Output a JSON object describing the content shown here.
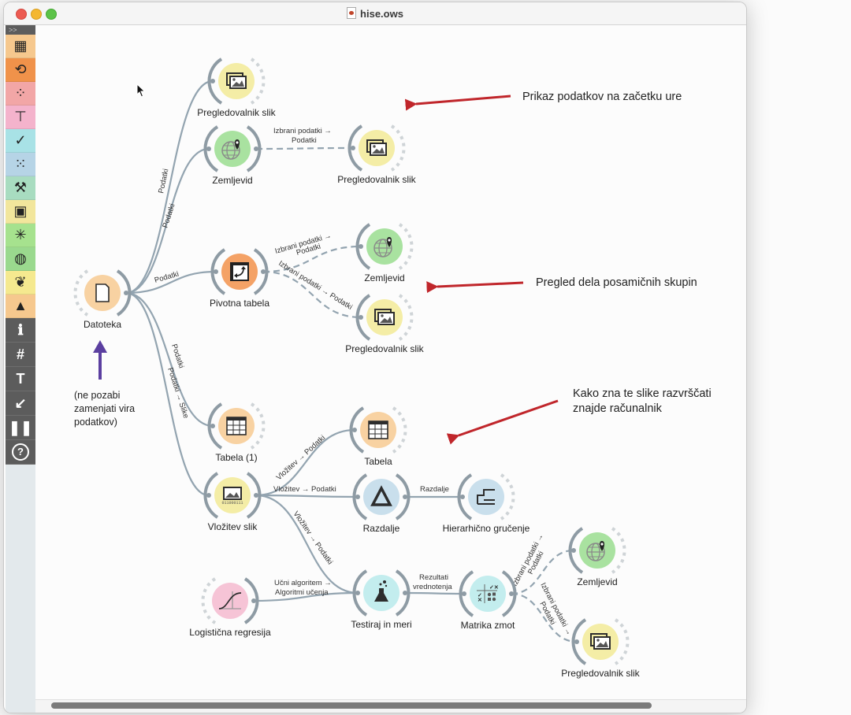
{
  "window": {
    "title": "hise.ows"
  },
  "toolbox": {
    "header": ">>",
    "items": [
      {
        "name": "data-table-icon",
        "color": "#f6c88e"
      },
      {
        "name": "transform-icon",
        "color": "#f0924a"
      },
      {
        "name": "scatter-plot-icon",
        "color": "#f2a6a6"
      },
      {
        "name": "tree-icon",
        "color": "#f4b3cc"
      },
      {
        "name": "confusion-matrix-icon",
        "color": "#a8e2e6"
      },
      {
        "name": "clustering-icon",
        "color": "#b6d4e6"
      },
      {
        "name": "worker-icon",
        "color": "#a8dcc0"
      },
      {
        "name": "image-icon",
        "color": "#f2e69c"
      },
      {
        "name": "network-icon",
        "color": "#a6e28e"
      },
      {
        "name": "globe-icon",
        "color": "#9ad98e"
      },
      {
        "name": "paw-icon",
        "color": "#f5e98f"
      },
      {
        "name": "education-icon",
        "color": "#f6c88e"
      }
    ],
    "tools": [
      {
        "name": "info-icon",
        "glyph": "ℹ"
      },
      {
        "name": "grid-hash-icon",
        "glyph": "#"
      },
      {
        "name": "text-annotation-icon",
        "glyph": "T"
      },
      {
        "name": "arrow-annotation-icon",
        "glyph": "↙"
      },
      {
        "name": "pause-icon",
        "glyph": "❚❚"
      },
      {
        "name": "help-icon",
        "glyph": "?"
      }
    ]
  },
  "nodes": [
    {
      "id": "datoteka",
      "label": "Datoteka",
      "color": "#f8d2a2",
      "icon": "file-icon"
    },
    {
      "id": "pregled1",
      "label": "Pregledovalnik slik",
      "color": "#f4eda6",
      "icon": "image-viewer-icon"
    },
    {
      "id": "zemljevid1",
      "label": "Zemljevid",
      "color": "#a9e2a0",
      "icon": "map-icon"
    },
    {
      "id": "pregled2",
      "label": "Pregledovalnik slik",
      "color": "#f4eda6",
      "icon": "image-viewer-icon"
    },
    {
      "id": "pivotna",
      "label": "Pivotna tabela",
      "color": "#f4a266",
      "icon": "pivot-icon"
    },
    {
      "id": "zemljevid2",
      "label": "Zemljevid",
      "color": "#a9e2a0",
      "icon": "map-icon"
    },
    {
      "id": "pregled3",
      "label": "Pregledovalnik slik",
      "color": "#f4eda6",
      "icon": "image-viewer-icon"
    },
    {
      "id": "tabela1",
      "label": "Tabela (1)",
      "color": "#f8d2a2",
      "icon": "table-icon"
    },
    {
      "id": "tabela",
      "label": "Tabela",
      "color": "#f8d2a2",
      "icon": "table-icon"
    },
    {
      "id": "vlozitev",
      "label": "Vložitev slik",
      "color": "#f4eda6",
      "icon": "image-embedding-icon"
    },
    {
      "id": "razdalje",
      "label": "Razdalje",
      "color": "#c9dfec",
      "icon": "distance-icon"
    },
    {
      "id": "hier",
      "label": "Hierarhično gručenje",
      "color": "#c9dfec",
      "icon": "dendrogram-icon"
    },
    {
      "id": "logreg",
      "label": "Logistična regresija",
      "color": "#f6c4d6",
      "icon": "sigmoid-icon"
    },
    {
      "id": "testiraj",
      "label": "Testiraj in meri",
      "color": "#c3edee",
      "icon": "flask-icon"
    },
    {
      "id": "matrika",
      "label": "Matrika zmot",
      "color": "#c3edee",
      "icon": "confusion-matrix-icon"
    },
    {
      "id": "zemljevid3",
      "label": "Zemljevid",
      "color": "#a9e2a0",
      "icon": "map-icon"
    },
    {
      "id": "pregled4",
      "label": "Pregledovalnik slik",
      "color": "#f4eda6",
      "icon": "image-viewer-icon"
    }
  ],
  "links": [
    {
      "from": "datoteka",
      "to": "pregled1",
      "label": "Podatki",
      "dashed": false
    },
    {
      "from": "datoteka",
      "to": "zemljevid1",
      "label": "Podatki",
      "dashed": false
    },
    {
      "from": "datoteka",
      "to": "pivotna",
      "label": "Podatki",
      "dashed": false
    },
    {
      "from": "datoteka",
      "to": "tabela1",
      "label": "Podatki",
      "dashed": false
    },
    {
      "from": "datoteka",
      "to": "vlozitev",
      "label": "Podatki → Slike",
      "dashed": false
    },
    {
      "from": "zemljevid1",
      "to": "pregled2",
      "label": "Izbrani podatki → Podatki",
      "dashed": true
    },
    {
      "from": "pivotna",
      "to": "zemljevid2",
      "label": "Izbrani podatki → Podatki",
      "dashed": true
    },
    {
      "from": "pivotna",
      "to": "pregled3",
      "label": "Izbrani podatki → Podatki",
      "dashed": true
    },
    {
      "from": "vlozitev",
      "to": "tabela",
      "label": "Vložitev → Podatki",
      "dashed": false
    },
    {
      "from": "vlozitev",
      "to": "razdalje",
      "label": "Vložitev → Podatki",
      "dashed": false
    },
    {
      "from": "vlozitev",
      "to": "testiraj",
      "label": "Vložitev → Podatki",
      "dashed": false
    },
    {
      "from": "razdalje",
      "to": "hier",
      "label": "Razdalje",
      "dashed": false
    },
    {
      "from": "logreg",
      "to": "testiraj",
      "label": "Učni algoritem → Algoritmi učenja",
      "dashed": false
    },
    {
      "from": "testiraj",
      "to": "matrika",
      "label": "Rezultati vrednotenja",
      "dashed": false
    },
    {
      "from": "matrika",
      "to": "zemljevid3",
      "label": "Izbrani podatki → Podatki",
      "dashed": true
    },
    {
      "from": "matrika",
      "to": "pregled4",
      "label": "Izbrani podatki → Podatki",
      "dashed": true
    }
  ],
  "link_labels": {
    "l0": "Podatki",
    "l1": "Podatki",
    "l2": "Podatki",
    "l3": "Podatki",
    "l4": "Podatki → Slike",
    "l5a": "Izbrani podatki →",
    "l5b": "Podatki",
    "l6a": "Izbrani podatki →",
    "l6b": "Podatki",
    "l7": "Izbrani podatki → Podatki",
    "l8": "Vložitev → Podatki",
    "l9": "Vložitev → Podatki",
    "l10": "Vložitev → Podatki",
    "l11": "Razdalje",
    "l12a": "Učni algoritem →",
    "l12b": "Algoritmi učenja",
    "l13a": "Rezultati",
    "l13b": "vrednotenja",
    "l14a": "Izbrani podatki →",
    "l14b": "Podatki",
    "l15a": "Izbrani podatki →",
    "l15b": "Podatki"
  },
  "annotations": {
    "note1": "Prikaz podatkov na začetku ure",
    "note2": "Pregled dela posamičnih skupin",
    "note3_line1": "Kako zna te slike razvrščati",
    "note3_line2": "znajde računalnik",
    "note4_line1": "(ne pozabi",
    "note4_line2": "zamenjati vira",
    "note4_line3": "podatkov)",
    "arrow_color": "#c0262b",
    "purple_arrow_color": "#5b3fa0"
  },
  "colors": {
    "link": "#93a4b0",
    "accent_red": "#c0262b"
  }
}
